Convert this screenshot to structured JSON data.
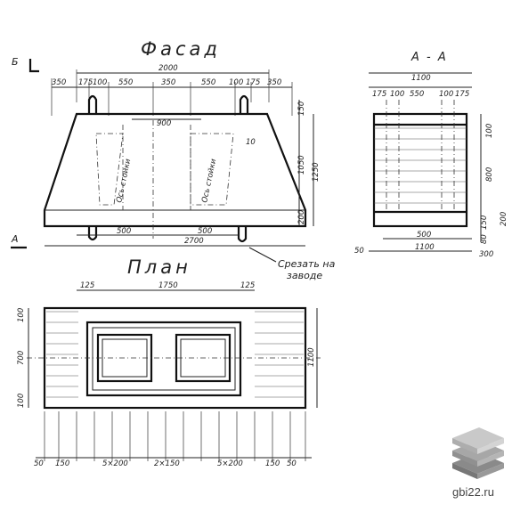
{
  "facade": {
    "title": "Фасад",
    "section_mark": "Б",
    "section_mark_bottom": "А",
    "top_overall": "2000",
    "top_dims": [
      "350",
      "175",
      "100",
      "550",
      "350",
      "550",
      "100",
      "175",
      "350"
    ],
    "inner_width": "900",
    "right_dims": [
      "150",
      "1050",
      "1250",
      "200"
    ],
    "bottom_dims": [
      "500",
      "500",
      "2700"
    ],
    "small_dim": "10",
    "axis_left": "Ось стойки",
    "axis_right": "Ось стойки",
    "cut_note_1": "Срезать на",
    "cut_note_2": "заводе"
  },
  "section": {
    "title": "А - А",
    "top_overall": "1100",
    "top_dims": [
      "175",
      "100",
      "550",
      "100",
      "175"
    ],
    "right_dims": [
      "100",
      "800",
      "150",
      "80",
      "200"
    ],
    "bottom_dims": [
      "500",
      "1100",
      "300",
      "50"
    ]
  },
  "plan": {
    "title": "План",
    "top_dims": [
      "125",
      "1750",
      "125"
    ],
    "left_dims": [
      "100",
      "700",
      "100"
    ],
    "right_dim": "1100",
    "bottom_dims": [
      "50",
      "150",
      "5×200",
      "2×150",
      "5×200",
      "150",
      "50"
    ]
  },
  "watermark": {
    "text": "gbi22.ru",
    "icon": "stacked-slabs-logo-icon",
    "colors": [
      "#c9c9c9",
      "#a7a7a7",
      "#8a8a8a"
    ]
  }
}
